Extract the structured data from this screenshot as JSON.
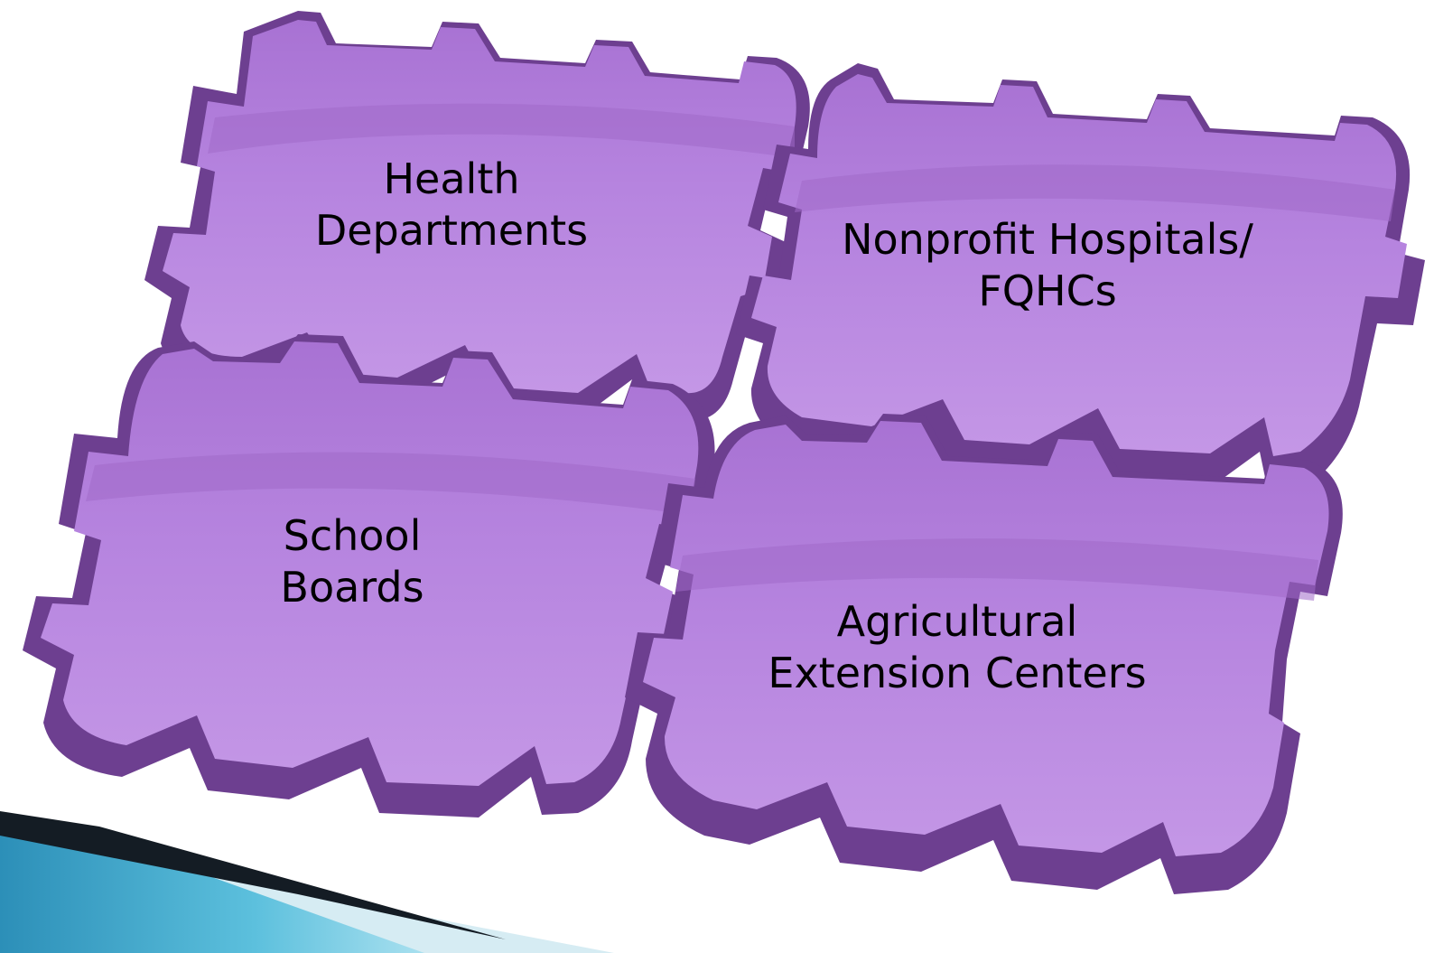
{
  "pieces": {
    "health_departments": {
      "line1": "Health",
      "line2": "Departments"
    },
    "nonprofit_hospitals": {
      "line1": "Nonprofit Hospitals/",
      "line2": "FQHCs"
    },
    "school_boards": {
      "line1": "School",
      "line2": "Boards"
    },
    "agricultural_extension": {
      "line1": "Agricultural",
      "line2": "Extension Centers"
    }
  },
  "colors": {
    "piece_face": "#b07fd6",
    "piece_face_light": "#c497e6",
    "piece_side": "#6d3f90",
    "piece_edge": "#3d2152",
    "accent_teal": "#4fb3d1",
    "accent_dark": "#141c24"
  }
}
